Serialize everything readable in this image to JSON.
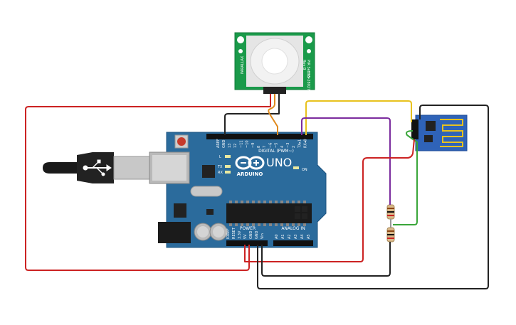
{
  "pir_sensor": {
    "side_label_left": "PARALLAX",
    "side_label_right_1": "PIR Sensor",
    "side_label_right_2": "Rev B",
    "side_label_right_3": "555-28027"
  },
  "arduino": {
    "brand": "ARDUINO",
    "model": "UNO",
    "digital_label": "DIGITAL (PWM~)",
    "aref": "AREF",
    "gnd": "GND",
    "led_l": "L",
    "led_tx": "TX",
    "led_rx": "RX",
    "on_label": "ON",
    "power_label": "POWER",
    "analog_label": "ANALOG IN",
    "digital_pins": [
      "13",
      "12",
      "~11",
      "~10",
      "~9",
      "8",
      "7",
      "~6",
      "~5",
      "4",
      "~3",
      "2",
      "TX▸1",
      "RX◂0"
    ],
    "power_pins": [
      "IOREF",
      "RESET",
      "3.3V",
      "5V",
      "GND",
      "GND",
      "Vin"
    ],
    "analog_pins": [
      "A0",
      "A1",
      "A2",
      "A3",
      "A4",
      "A5"
    ]
  },
  "wires": {
    "red": "#cc2222",
    "black": "#222222",
    "orange": "#e08a1e",
    "yellow": "#e8c21e",
    "purple": "#7b2c9e",
    "green": "#3aa63a",
    "board_blue": "#2b6b9c",
    "pir_green": "#1a9a4a",
    "esp_blue": "#2f63b8"
  }
}
